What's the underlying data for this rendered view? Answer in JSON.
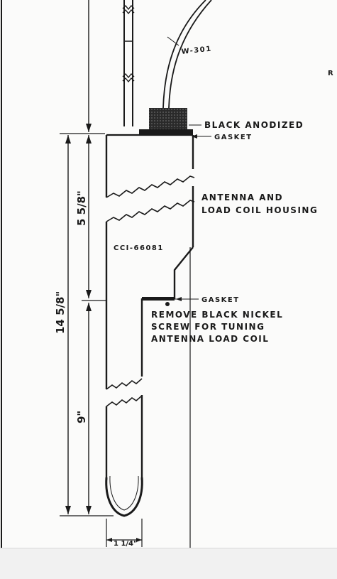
{
  "drawing": {
    "labels": {
      "cable": "W-301",
      "black_anodized": "BLACK ANODIZED",
      "gasket_top": "GASKET",
      "housing_line1": "ANTENNA AND",
      "housing_line2": "LOAD COIL HOUSING",
      "part_number": "CCI-66081",
      "gasket_mid": "GASKET",
      "tuning_line1": "REMOVE BLACK NICKEL",
      "tuning_line2": "SCREW FOR TUNING",
      "tuning_line3": "ANTENNA LOAD COIL",
      "edge_fragment": "R"
    },
    "dimensions": {
      "overall": "14 5/8\"",
      "upper": "5 5/8\"",
      "lower": "9\"",
      "width": "1 1/4\""
    }
  }
}
